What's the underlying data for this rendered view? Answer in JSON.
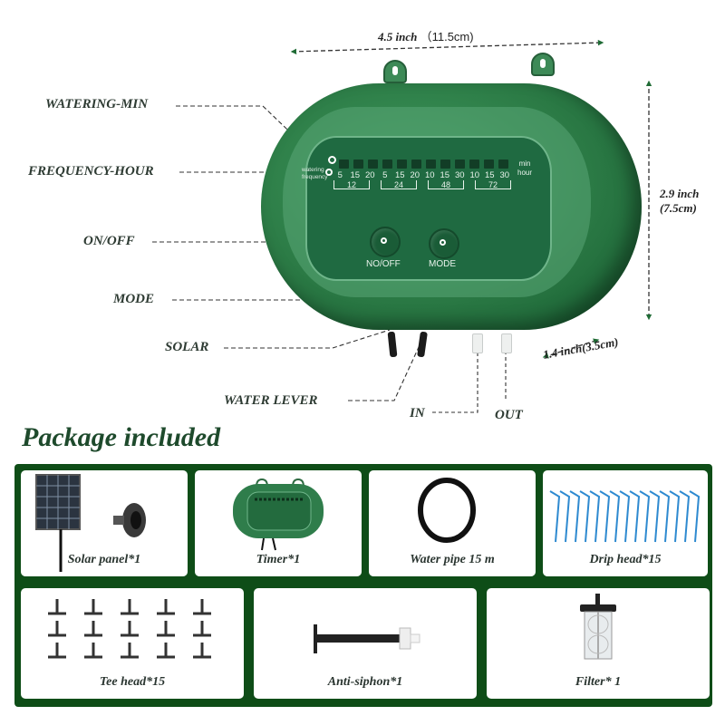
{
  "dimensions": {
    "width_label": "4.5 inch",
    "width_metric": "（11.5cm)",
    "height_label": "2.9 inch",
    "height_metric": "(7.5cm)",
    "depth_label": "1.4 inch(3.5cm)"
  },
  "callouts": {
    "watering_min": "WATERING-MIN",
    "frequency_hour": "FREQUENCY-HOUR",
    "on_off": "ON/OFF",
    "mode": "MODE",
    "solar": "SOLAR",
    "water_lever": "WATER LEVER",
    "in": "IN",
    "out": "OUT"
  },
  "device": {
    "watering_label": "watering",
    "frequency_label": "frequency",
    "min_values": [
      "5",
      "15",
      "20",
      "5",
      "15",
      "20",
      "10",
      "15",
      "30",
      "10",
      "15",
      "30"
    ],
    "hour_groups": [
      "12",
      "24",
      "48",
      "72"
    ],
    "unit_min": "min",
    "unit_hour": "hour",
    "led_count": 12,
    "button_onoff_label": "NO/OFF",
    "button_mode_label": "MODE",
    "colors": {
      "body": "#2b7a45",
      "panel": "#1f6a41",
      "accent": "#0e4d17"
    }
  },
  "package": {
    "title": "Package included",
    "items": [
      {
        "label": "Solar panel*1",
        "icon": "solar-panel-icon"
      },
      {
        "label": "Timer*1",
        "icon": "timer-icon"
      },
      {
        "label": "Water pipe 15 m",
        "icon": "water-pipe-icon"
      },
      {
        "label": "Drip head*15",
        "icon": "drip-head-icon"
      },
      {
        "label": "Tee head*15",
        "icon": "tee-head-icon"
      },
      {
        "label": "Anti-siphon*1",
        "icon": "anti-siphon-icon"
      },
      {
        "label": "Filter* 1",
        "icon": "filter-icon"
      }
    ]
  }
}
